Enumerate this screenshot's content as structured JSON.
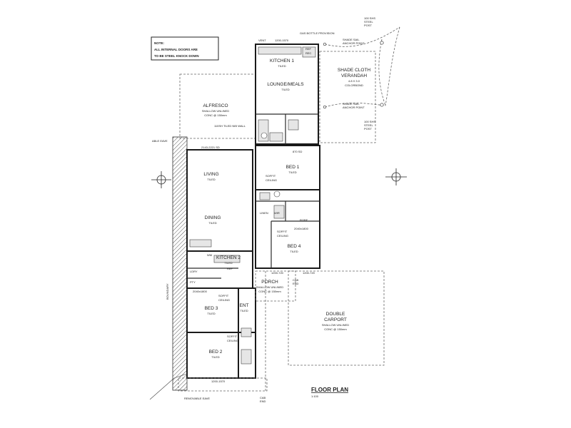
{
  "note": {
    "line1": "NOTE:",
    "line2": "ALL INTERNAL DOORS ARE",
    "line3": "TO BE STEEL KNOCK DOWN"
  },
  "rooms": {
    "kitchen1": {
      "name": "KITCHEN 1",
      "finish": "TILED"
    },
    "lounge": {
      "name": "LOUNGE/MEALS",
      "finish": "TILED"
    },
    "alfresco": {
      "name": "ALFRESCO",
      "finish": "SHALLOW UNLINED",
      "sub": "CONC @ 150mm"
    },
    "living": {
      "name": "LIVING",
      "finish": "TILED"
    },
    "dining": {
      "name": "DINING",
      "finish": "TILED"
    },
    "kitchen2": {
      "name": "KITCHEN 2",
      "finish": "TILED"
    },
    "bed1": {
      "name": "BED 1",
      "finish": "TILED"
    },
    "bed2": {
      "name": "BED 2",
      "finish": "TILED"
    },
    "bed3": {
      "name": "BED 3",
      "finish": "TILED"
    },
    "bed4": {
      "name": "BED 4",
      "finish": "TILED"
    },
    "porch": {
      "name": "PORCH",
      "finish": "SHALLOW UNLINED",
      "sub": "CONC @ 150mm"
    },
    "ent": {
      "name": "ENT",
      "finish": "TILED"
    },
    "carport": {
      "name1": "DOUBLE",
      "name2": "CARPORT",
      "finish": "SHALLOW UNLINED",
      "sub": "CONC @ 150mm"
    },
    "verandah": {
      "name1": "SHADE CLOTH",
      "name2": "VERANDAH",
      "sub1": "4.8 X 3.0",
      "sub2": "COLORBOND"
    }
  },
  "labels": {
    "soffit": "SOFFIT",
    "ceiling": "CEILING",
    "robe": "ROBE",
    "lndry": "LDRY",
    "ptry": "PTY",
    "wm": "WM",
    "ref": "REF",
    "rec": "REC",
    "linen": "LINEN",
    "wir": "WIR",
    "gas": "GAS BOTTLE PROVISION",
    "post1a": "100 SHS",
    "post1b": "STEEL",
    "post1c": "POST",
    "anchor1a": "SHADE SAIL",
    "anchor1b": "ANCHOR POINT",
    "anchor2a": "SHADE SAIL",
    "anchor2b": "ANCHOR POINT",
    "post2a": "100 SHS",
    "post2b": "STEEL",
    "post2c": "POST",
    "tiled_wall": "110SH TILED NIB WALL",
    "eave_left": "ABLE EAVE",
    "removable_eave": "REMOVABLE EAVE",
    "boundary": "BOUNDARY",
    "cab_end1": "CAB",
    "cab_end2": "END",
    "cab_end3": "CAB",
    "cab_end4": "END",
    "dims": {
      "d1": "1200-1570",
      "d2": "2143-2221 SD",
      "d3": "870 SD",
      "d4": "1200-720",
      "d5": "1200-720",
      "d6": "2040x1800",
      "d7": "2040x1800",
      "d8": "1200-1570",
      "d9": "VENT"
    }
  },
  "title": {
    "main": "FLOOR PLAN",
    "scale": "1:100"
  },
  "icons": [
    "north-arrow-icon",
    "section-marker-icon"
  ]
}
